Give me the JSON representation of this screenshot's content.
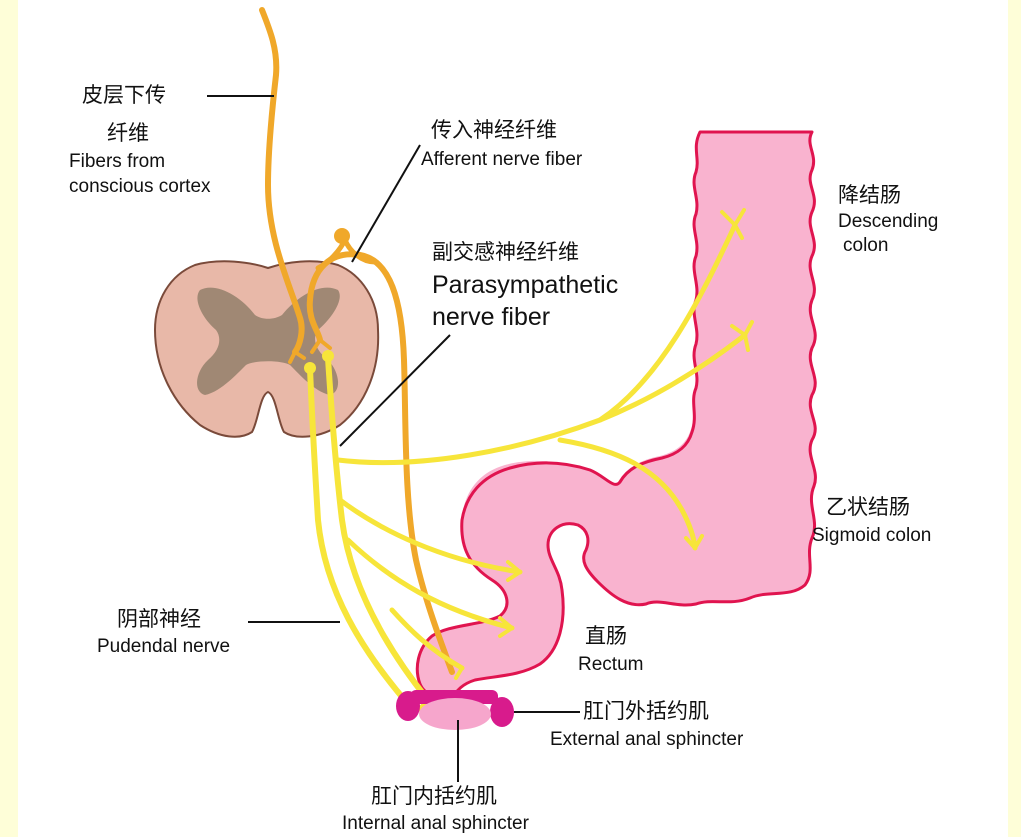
{
  "labels": {
    "cortex_fibers": {
      "zh_line1": "皮层下传",
      "zh_line2": "纤维",
      "en_line1": "Fibers from",
      "en_line2": "conscious cortex"
    },
    "afferent": {
      "zh": "传入神经纤维",
      "en": "Afferent nerve fiber"
    },
    "parasympathetic": {
      "zh": "副交感神经纤维",
      "en_line1": "Parasympathetic",
      "en_line2": "nerve fiber"
    },
    "descending_colon": {
      "zh": "降结肠",
      "en_line1": "Descending",
      "en_line2": "colon"
    },
    "sigmoid_colon": {
      "zh": "乙状结肠",
      "en": "Sigmoid colon"
    },
    "pudendal": {
      "zh": "阴部神经",
      "en": "Pudendal nerve"
    },
    "rectum": {
      "zh": "直肠",
      "en": "Rectum"
    },
    "external_sphincter": {
      "zh": "肛门外括约肌",
      "en": "External anal sphincter"
    },
    "internal_sphincter": {
      "zh": "肛门内括约肌",
      "en": "Internal anal sphincter"
    }
  },
  "colors": {
    "colon_fill": "#f9b3cf",
    "colon_outline": "#e0144f",
    "spinal_white_matter": "#e8b8a8",
    "spinal_gray_matter": "#a08874",
    "efferent_nerve": "#f7e53a",
    "afferent_nerve": "#f0a82a",
    "sphincter": "#d81b8c",
    "background": "#fefed8"
  }
}
